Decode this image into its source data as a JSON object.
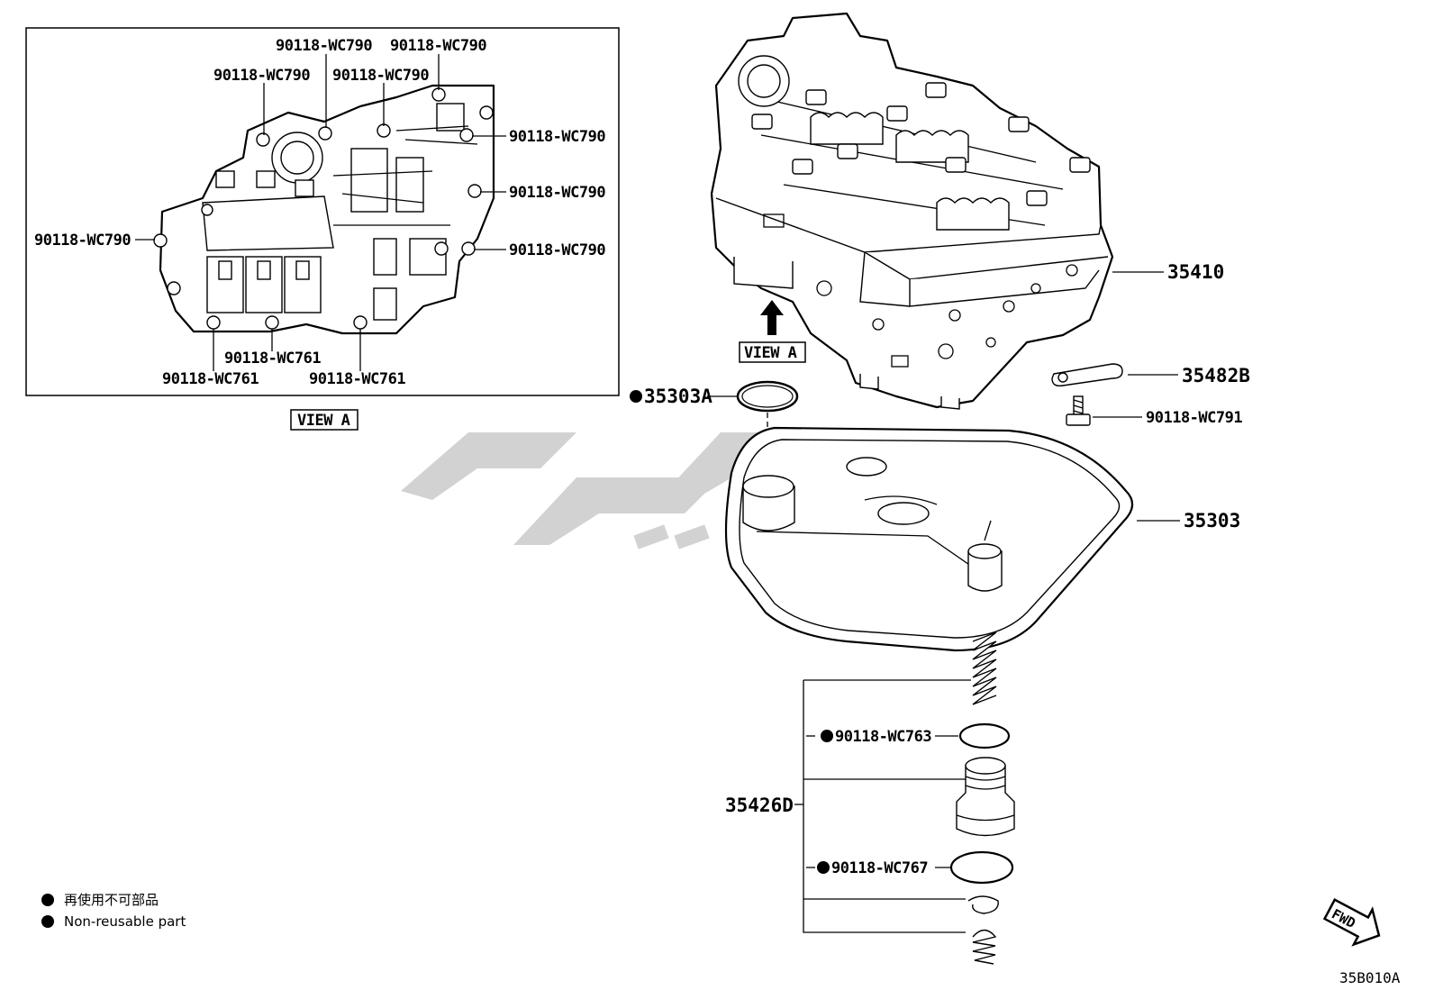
{
  "view_a": {
    "top_labels": [
      "90118-WC790",
      "90118-WC790",
      "90118-WC790",
      "90118-WC790"
    ],
    "right_labels": [
      "90118-WC790",
      "90118-WC790",
      "90118-WC790"
    ],
    "left_label": "90118-WC790",
    "bottom_labels": [
      "90118-WC761",
      "90118-WC761",
      "90118-WC761"
    ],
    "caption": "VIEW A"
  },
  "arrow_view": "VIEW A",
  "parts": {
    "valve_body": "35410",
    "lever": "35482B",
    "bolt": "90118-WC791",
    "gasket": "35303A",
    "strainer": "35303",
    "accumulator": "35426D",
    "o_ring_1": "90118-WC763",
    "o_ring_2": "90118-WC767"
  },
  "legend": {
    "ja": "再使用不可部品",
    "en": "Non-reusable part"
  },
  "fwd": "FWD",
  "diagram_code": "35B010A",
  "colors": {
    "line": "#000000",
    "watermark": "#d0d0d0"
  }
}
